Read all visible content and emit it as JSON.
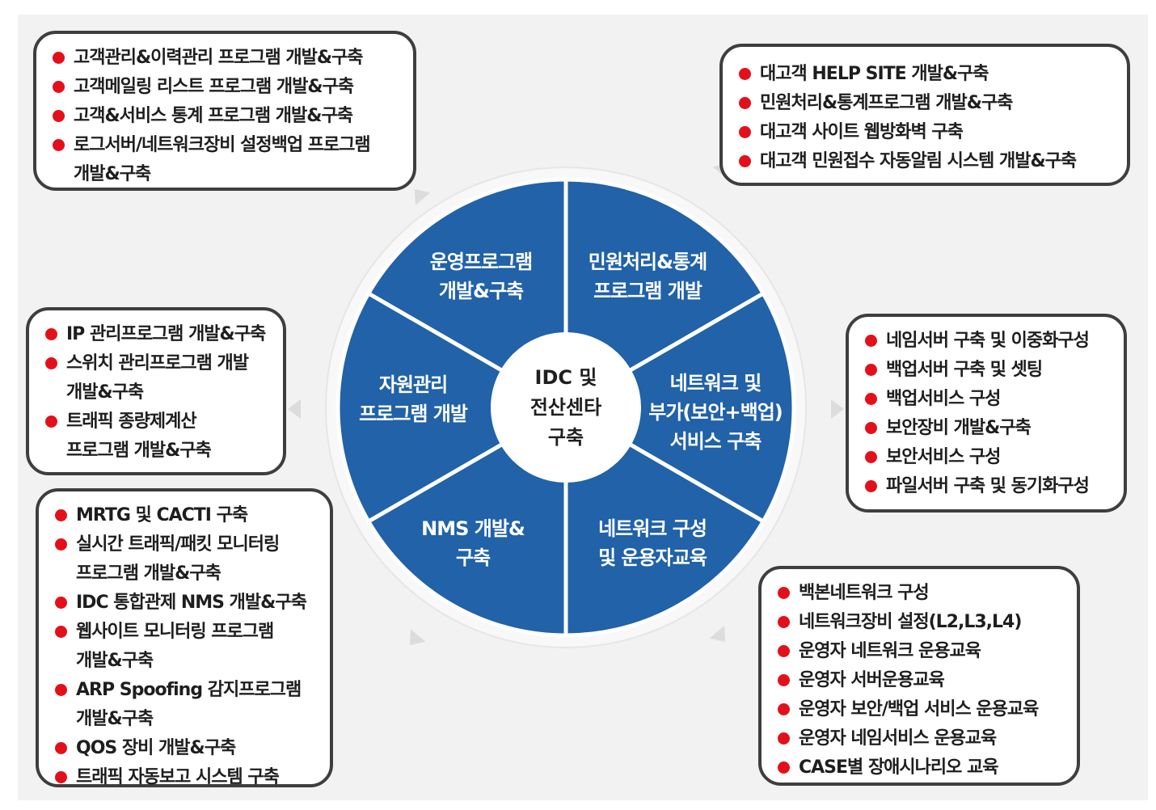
{
  "hub": {
    "label": "IDC 및\n전산센타\n구축"
  },
  "segments": {
    "operation": "운영프로그램\n개발&구축",
    "complaints": "민원처리&통계\n프로그램 개발",
    "network_service": "네트워크 및\n부가(보안+백업)\n서비스 구축",
    "network_config": "네트워크 구성\n및 운용자교육",
    "nms": "NMS 개발&\n구축",
    "resource": "자원관리\n프로그램 개발"
  },
  "boxes": {
    "top_left": [
      "고객관리&이력관리 프로그램 개발&구축",
      "고객메일링 리스트 프로그램 개발&구축",
      "고객&서비스 통계 프로그램 개발&구축",
      "로그서버/네트워크장비 설정백업 프로그램\n개발&구축"
    ],
    "top_right": [
      "대고객 HELP SITE 개발&구축",
      "민원처리&통계프로그램 개발&구축",
      "대고객 사이트 웹방화벽 구축",
      "대고객 민원접수 자동알림 시스템 개발&구축"
    ],
    "mid_left": [
      "IP 관리프로그램 개발&구축",
      "스위치 관리프로그램 개발\n개발&구축",
      "트래픽 종량제계산\n프로그램 개발&구축"
    ],
    "mid_right": [
      "네임서버 구축 및 이중화구성",
      "백업서버 구축 및 셋팅",
      "백업서비스 구성",
      "보안장비 개발&구축",
      "보안서비스 구성",
      "파일서버 구축 및 동기화구성"
    ],
    "bottom_left": [
      "MRTG 및 CACTI 구축",
      "실시간 트래픽/패킷 모니터링\n프로그램 개발&구축",
      "IDC 통합관제 NMS 개발&구축",
      "웹사이트 모니터링 프로그램\n개발&구축",
      "ARP Spoofing 감지프로그램\n개발&구축",
      "QOS 장비 개발&구축",
      "트래픽 자동보고 시스템 구축"
    ],
    "bottom_right": [
      "백본네트워크 구성",
      "네트워크장비 설정(L2,L3,L4)",
      "운영자 네트워크 운용교육",
      "운영자 서버운용교육",
      "운영자 보안/백업 서비스 운용교육",
      "운영자 네임서비스 운용교육",
      "CASE별 장애시나리오 교육"
    ]
  },
  "colors": {
    "wheel_fill": "#2162a8",
    "divider": "#ffffff",
    "bullet": "#e3101a",
    "box_border": "#3e3e3e",
    "background": "#f2f2f2"
  }
}
